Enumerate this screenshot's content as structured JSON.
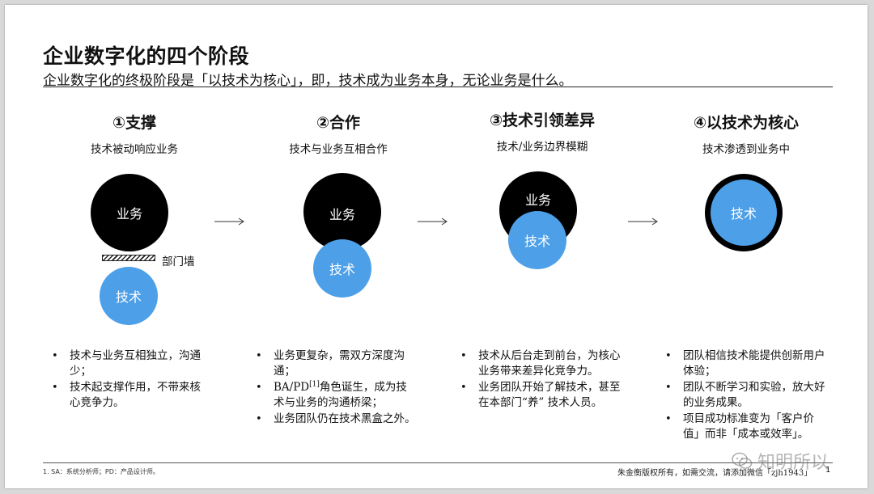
{
  "slide": {
    "title": "企业数字化的四个阶段",
    "subtitle": "企业数字化的终极阶段是「以技术为核心」，即，技术成为业务本身，无论业务是什么。"
  },
  "stages": [
    {
      "title": "①支撑",
      "subtitle": "技术被动响应业务",
      "business_label": "业务",
      "tech_label": "技术",
      "wall_label": "部门墙",
      "bullets": [
        "技术与业务互相独立，沟通少；",
        "技术起支撑作用，不带来核心竞争力。"
      ]
    },
    {
      "title": "②合作",
      "subtitle": "技术与业务互相合作",
      "business_label": "业务",
      "tech_label": "技术",
      "bullets": [
        "业务更复杂，需双方深度沟通；",
        "BA/PD",
        "[1]",
        "角色诞生，成为技术与业务的沟通桥梁；",
        "业务团队仍在技术黑盒之外。"
      ]
    },
    {
      "title": "③技术引领差异",
      "subtitle": "技术/业务边界模糊",
      "business_label": "业务",
      "tech_label": "技术",
      "bullets": [
        "技术从后台走到前台，为核心业务带来差异化竞争力。",
        "业务团队开始了解技术，甚至在本部门“养” 技术人员。"
      ]
    },
    {
      "title": "④以技术为核心",
      "subtitle": "技术渗透到业务中",
      "tech_label": "技术",
      "bullets": [
        "团队相信技术能提供创新用户体验；",
        "团队不断学习和实验，放大好的业务成果。",
        "项目成功标准变为「客户价值」而非「成本或效率」。"
      ]
    }
  ],
  "footer": {
    "footnote": "1.    SA：系统分析师；PD：产品设计师。",
    "copyright": "朱金衡版权所有，如需交流，请添加微信「zjh1943」",
    "page": "1",
    "watermark": "知明所以"
  },
  "colors": {
    "business": "#000000",
    "tech": "#4d9fe8",
    "background": "#ffffff"
  }
}
